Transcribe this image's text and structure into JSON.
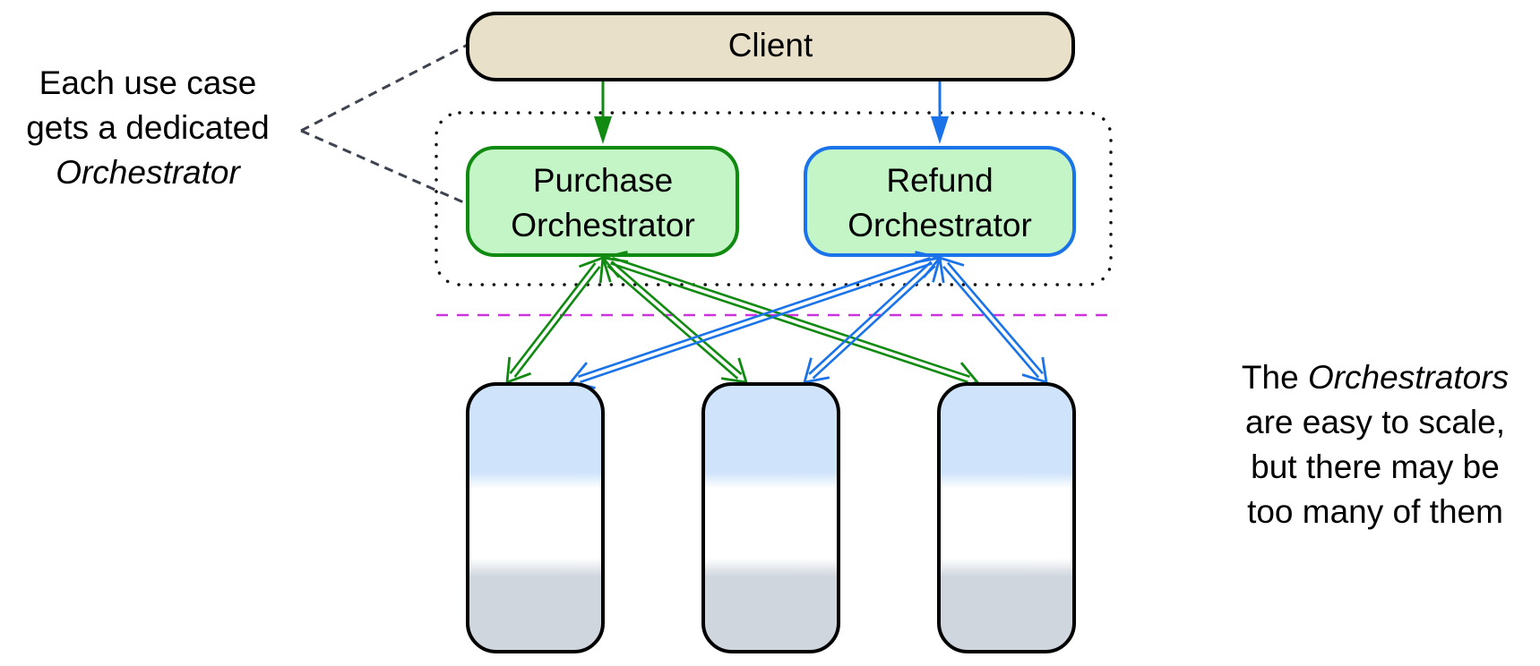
{
  "client": {
    "label": "Client"
  },
  "orchestrators": [
    {
      "line1": "Purchase",
      "line2": "Orchestrator",
      "color": "#108a10"
    },
    {
      "line1": "Refund",
      "line2": "Orchestrator",
      "color": "#1a73e8"
    }
  ],
  "services": [
    {
      "icon": "service-pill-icon"
    },
    {
      "icon": "service-pill-icon"
    },
    {
      "icon": "service-pill-icon"
    }
  ],
  "left_note": {
    "line1": "Each use case",
    "line2": "gets a dedicated",
    "line3": "Orchestrator"
  },
  "right_note": {
    "line1_a": "The ",
    "line1_b": "Orchestrators",
    "line2": "are easy to scale,",
    "line3": "but there may be",
    "line4": "too many of them"
  },
  "colors": {
    "client_fill": "#e8e0c8",
    "orchestrator_fill": "#c4f5c6",
    "purchase": "#108a10",
    "refund": "#1a73e8",
    "divider": "#cc33dd",
    "service_top": "#cfe3fb",
    "service_bottom": "#cfd6de"
  }
}
